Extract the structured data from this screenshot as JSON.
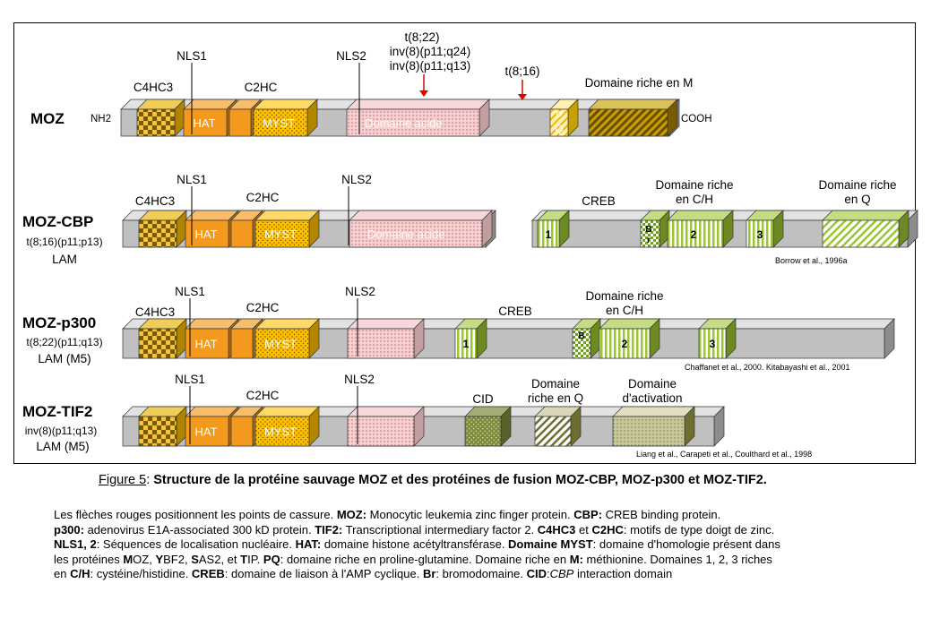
{
  "proteins": {
    "moz": {
      "name": "MOZ",
      "nh2": "NH2",
      "cooh": "COOH"
    },
    "cbp": {
      "name": "MOZ-CBP",
      "translocation": "t(8;16)(p11;p13)",
      "disease": "LAM",
      "ref": "Borrow et al., 1996a"
    },
    "p300": {
      "name": "MOZ-p300",
      "translocation": "t(8;22)(p11;q13)",
      "disease": "LAM (M5)",
      "ref": "Chaffanet et al., 2000. Kitabayashi et al., 2001"
    },
    "tif2": {
      "name": "MOZ-TIF2",
      "translocation": "inv(8)(p11;q13)",
      "disease": "LAM (M5)",
      "ref": "Liang et al., Carapeti et al., Coulthard et al., 1998"
    }
  },
  "labels": {
    "nls1": "NLS1",
    "nls2": "NLS2",
    "c4hc3": "C4HC3",
    "c2hc": "C2HC",
    "hat": "HAT",
    "myst": "MYST",
    "acid": "Domaine acide",
    "pq_p": "P",
    "pq_q": "Q",
    "rich_m": "Domaine riche en M",
    "creb": "CREB",
    "rich_ch_1": "Domaine riche",
    "rich_ch_2": "en C/H",
    "rich_q_1": "Domaine riche",
    "rich_q_2": "en Q",
    "riche_q_tif_1": "Domaine",
    "riche_q_tif_2": "riche en Q",
    "activation_1": "Domaine",
    "activation_2": "d'activation",
    "cid": "CID",
    "dom1": "1",
    "dom2": "2",
    "dom3": "3",
    "br_b": "B",
    "br_r": "r",
    "bp1_1": "t(8;22)",
    "bp1_2": "inv(8)(p11;q24)",
    "bp1_3": "inv(8)(p11;q13)",
    "bp2": "t(8;16)"
  },
  "caption": {
    "figure": "Figure 5",
    "title": "Structure de la protéine sauvage MOZ et des protéines de fusion MOZ-CBP, MOZ-p300 et MOZ-TIF2."
  },
  "legend": {
    "l1_a": "Les flèches rouges positionnent les points de cassure. ",
    "l1_b": "MOZ:",
    "l1_c": " Monocytic leukemia zinc finger protein. ",
    "l1_d": "CBP:",
    "l1_e": " CREB binding protein.",
    "l2_a": " p300:",
    "l2_b": " adenovirus E1A-associated 300 kD protein. ",
    "l2_c": "TIF2:",
    "l2_d": " Transcriptional intermediary factor 2. ",
    "l2_e": "C4HC3",
    "l2_f": " et ",
    "l2_g": "C2HC",
    "l2_h": ": motifs de type doigt de zinc.",
    "l3_a": "NLS1, 2",
    "l3_b": ": Séquences de localisation nucléaire. ",
    "l3_c": "HAT:",
    "l3_d": " domaine histone acétyltransférase. ",
    "l3_e": "Domaine MYST",
    "l3_f": ": domaine d'homologie présent dans",
    "l4_a": "les protéines ",
    "l4_b": "M",
    "l4_c": "OZ, ",
    "l4_d": "Y",
    "l4_e": "BF2, ",
    "l4_f": "S",
    "l4_g": "AS2, et ",
    "l4_h": "T",
    "l4_i": "IP. ",
    "l4_j": "PQ",
    "l4_k": ": domaine riche en proline-glutamine. Domaine riche en ",
    "l4_l": "M:",
    "l4_m": " méthionine. Domaines 1, 2, 3 riches",
    "l5_a": "en ",
    "l5_b": "C/H",
    "l5_c": ": cystéine/histidine. ",
    "l5_d": "CREB",
    "l5_e": ": domaine de liaison à l'AMP cyclique. ",
    "l5_f": "Br",
    "l5_g": ": bromodomaine. ",
    "l5_h": "CID",
    "l5_i": ":",
    "l5_j": "CBP",
    "l5_k": " interaction domain"
  },
  "colors": {
    "bar_gray": "#c0c0c0",
    "c4hc3_gold": "#e8b000",
    "hat_orange": "#f39a1e",
    "myst_yellow": "#ffc000",
    "acid_pink": "#f4c6c8",
    "creb_green": "#9cc531",
    "cid_olive": "#7f8a3c",
    "arrow_red": "#e00000"
  }
}
